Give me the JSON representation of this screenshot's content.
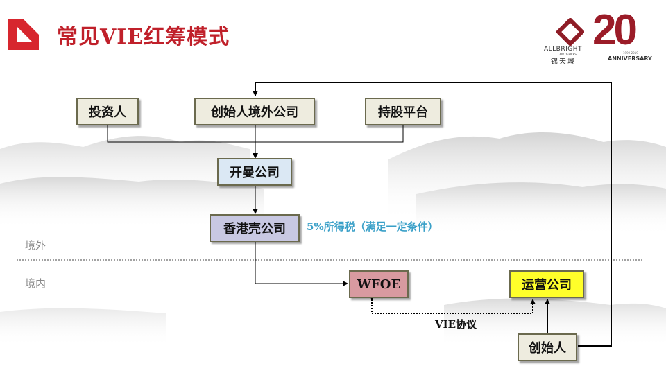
{
  "title": "常见VIE红筹模式",
  "logo": {
    "brand": "ALLBRIGHT",
    "subbrand": "LAW OFFICES",
    "chinese": "锦天城",
    "number": "20",
    "years": "1999-2019",
    "anniversary": "ANNIVERSARY"
  },
  "regions": {
    "offshore": "境外",
    "onshore": "境内"
  },
  "nodes": {
    "investor": "投资人",
    "founder_offshore": "创始人境外公司",
    "holding_platform": "持股平台",
    "cayman": "开曼公司",
    "hk_shell": "香港壳公司",
    "wfoe": "WFOE",
    "opco": "运营公司",
    "founder": "创始人"
  },
  "annotations": {
    "tax_note": "5%所得税（满足一定条件）",
    "vie_agreement": "VIE协议"
  },
  "colors": {
    "title_red": "#c0202a",
    "note_blue": "#3aa0c8",
    "wfoe_fill": "#d89aa0",
    "opco_fill": "#ffff2a",
    "hk_fill": "#c8c8e2",
    "cayman_fill": "#dbe8f4",
    "top_fill": "#eeecdf"
  }
}
